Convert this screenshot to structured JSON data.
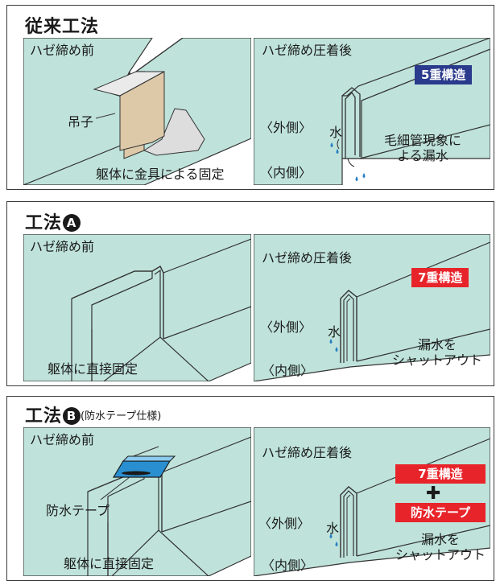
{
  "colors": {
    "sheet": "#bfe3da",
    "line": "#333333",
    "bracket": "#ddc9a8",
    "tape": "#3ea3dc",
    "drop": "#2b7fc4",
    "badge_navy": "#2a3a8c",
    "badge_red": "#e8242b"
  },
  "conventional": {
    "title": "従来工法",
    "left": {
      "caption": "ハゼ締め前",
      "bracket_label": "吊子",
      "footer": "躯体に金具による固定"
    },
    "right": {
      "caption": "ハゼ締め圧着後",
      "badge": "5重構造",
      "outside": "〈外側〉",
      "water": "水",
      "leak": "毛細管現象に\nよる漏水",
      "inside": "〈内側〉"
    }
  },
  "method_a": {
    "title": "工法",
    "mark": "A",
    "left": {
      "caption": "ハゼ締め前",
      "footer": "躯体に直接固定"
    },
    "right": {
      "caption": "ハゼ締め圧着後",
      "badge": "7重構造",
      "outside": "〈外側〉",
      "water": "水",
      "shutout": "漏水を\nシャットアウト",
      "inside": "〈内側〉"
    }
  },
  "method_b": {
    "title": "工法",
    "mark": "B",
    "note": "(防水テープ仕様)",
    "left": {
      "caption": "ハゼ締め前",
      "tape_label": "防水テープ",
      "footer": "躯体に直接固定"
    },
    "right": {
      "caption": "ハゼ締め圧着後",
      "badge": "7重構造",
      "plus": "✚",
      "badge2": "防水テープ",
      "outside": "〈外側〉",
      "water": "水",
      "shutout": "漏水を\nシャットアウト",
      "inside": "〈内側〉"
    }
  }
}
